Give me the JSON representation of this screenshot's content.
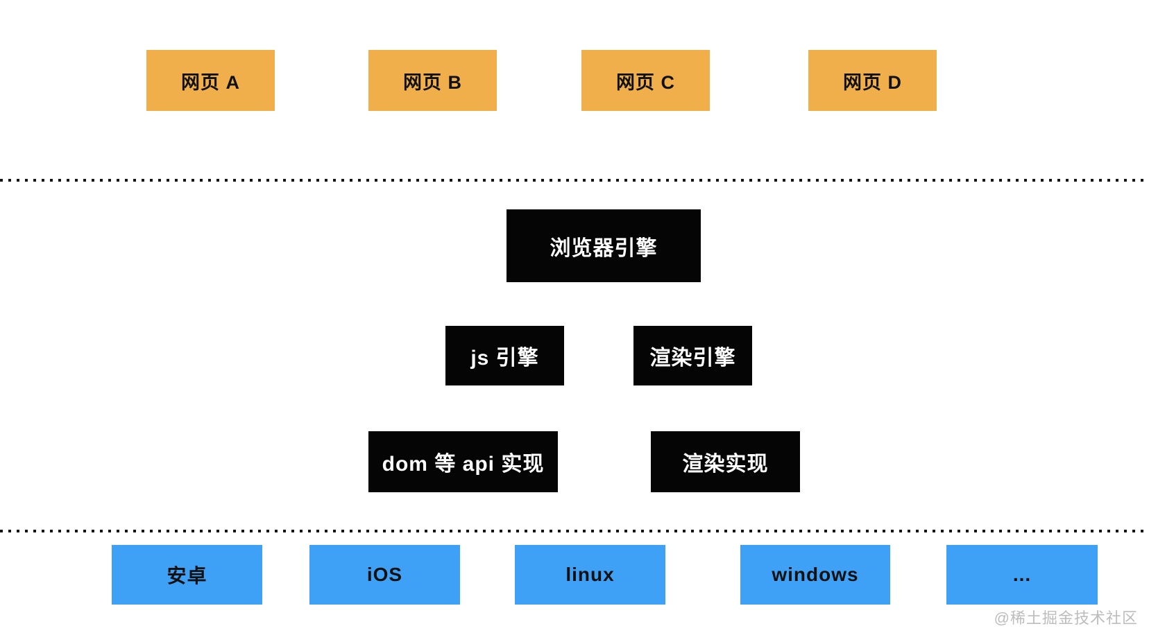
{
  "diagram": {
    "webpages": [
      {
        "label": "网页 A"
      },
      {
        "label": "网页 B"
      },
      {
        "label": "网页 C"
      },
      {
        "label": "网页 D"
      }
    ],
    "browser_engine": {
      "label": "浏览器引擎"
    },
    "engines": [
      {
        "label": "js 引擎"
      },
      {
        "label": "渲染引擎"
      }
    ],
    "implementations": [
      {
        "label": "dom 等 api 实现"
      },
      {
        "label": "渲染实现"
      }
    ],
    "platforms": [
      {
        "label": "安卓"
      },
      {
        "label": "iOS"
      },
      {
        "label": "linux"
      },
      {
        "label": "windows"
      },
      {
        "label": "..."
      }
    ]
  },
  "watermark": {
    "text": "@稀土掘金技术社区"
  },
  "colors": {
    "page_bg": "#ffffff",
    "webpage_box": "#f0af4b",
    "engine_box": "#050505",
    "platform_box": "#3fa1f6",
    "box_text_dark": "#111111",
    "box_text_light": "#ffffff",
    "separator": "#151515",
    "watermark_text": "#bcbcbc"
  }
}
